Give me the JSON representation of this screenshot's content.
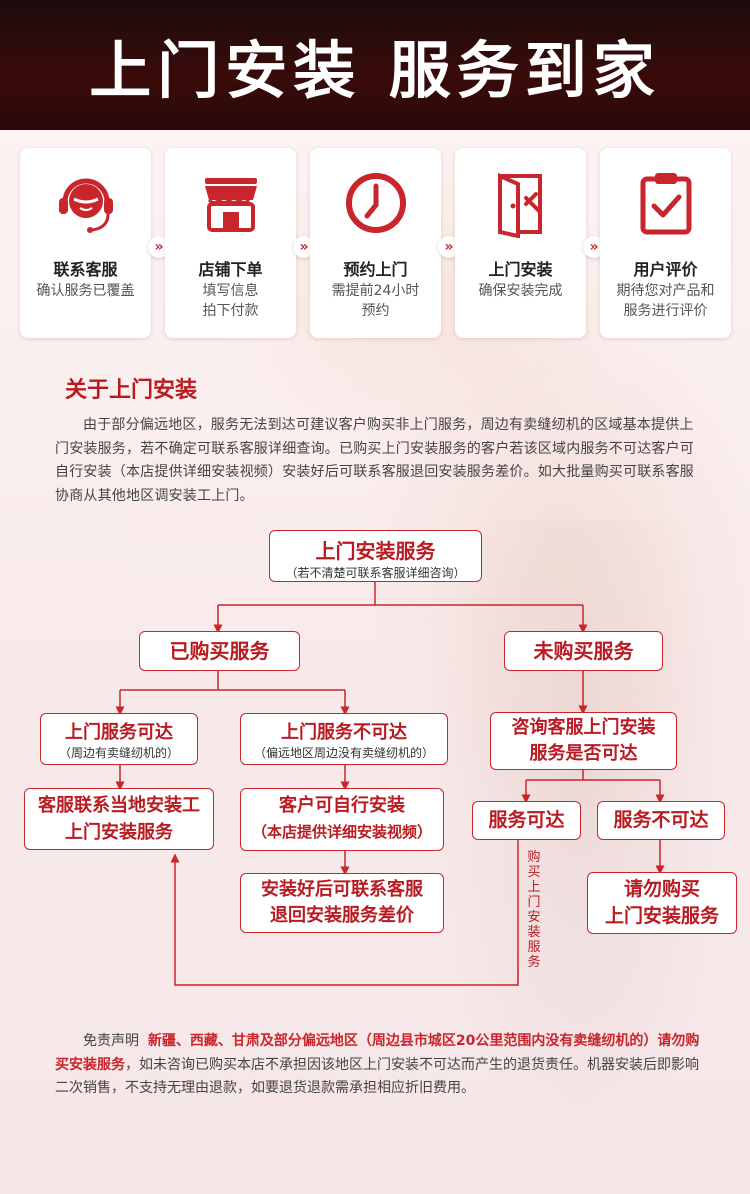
{
  "header": {
    "title": "上门安装  服务到家"
  },
  "steps": [
    {
      "icon": "headset-icon",
      "title": "联系客服",
      "desc": [
        "确认服务已覆盖"
      ]
    },
    {
      "icon": "shop-icon",
      "title": "店铺下单",
      "desc": [
        "填写信息",
        "拍下付款"
      ]
    },
    {
      "icon": "clock-icon",
      "title": "预约上门",
      "desc": [
        "需提前24小时",
        "预约"
      ]
    },
    {
      "icon": "door-tools-icon",
      "title": "上门安装",
      "desc": [
        "确保安装完成"
      ]
    },
    {
      "icon": "clipboard-check-icon",
      "title": "用户评价",
      "desc": [
        "期待您对产品和",
        "服务进行评价"
      ]
    }
  ],
  "about": {
    "title": "关于上门安装",
    "text": "由于部分偏远地区，服务无法到达可建议客户购买非上门服务，周边有卖缝纫机的区域基本提供上门安装服务，若不确定可联系客服详细查询。已购买上门安装服务的客户若该区域内服务不可达客户可自行安装（本店提供详细安装视频）安装好后可联系客服退回安装服务差价。如大批量购买可联系客服协商从其他地区调安装工上门。"
  },
  "flow": {
    "root": {
      "title": "上门安装服务",
      "sub": "（若不清楚可联系客服详细咨询）"
    },
    "bought": "已购买服务",
    "not_bought": "未购买服务",
    "reachable": {
      "title": "上门服务可达",
      "sub": "（周边有卖缝纫机的）"
    },
    "unreachable": {
      "title": "上门服务不可达",
      "sub": "（偏远地区周边没有卖缝纫机的）"
    },
    "consult": [
      "咨询客服上门安装",
      "服务是否可达"
    ],
    "local_installer": [
      "客服联系当地安装工",
      "上门安装服务"
    ],
    "self_install": [
      "客户可自行安装",
      "（本店提供详细安装视频）"
    ],
    "refund": [
      "安装好后可联系客服",
      "退回安装服务差价"
    ],
    "svc_ok": "服务可达",
    "svc_no": "服务不可达",
    "do_not_buy": [
      "请勿购买",
      "上门安装服务"
    ],
    "vertical_note": "购买上门安装服务"
  },
  "disclaimer": {
    "lead": "免责声明",
    "red": "新疆、西藏、甘肃及部分偏远地区（周边县市城区20公里范围内没有卖缝纫机的）请勿购买安装服务",
    "rest": "，如未咨询已购买本店不承担因该地区上门安装不可达而产生的退货责任。机器安装后即影响二次销售，不支持无理由退款，如要退货退款需承担相应折旧费用。"
  },
  "colors": {
    "accent": "#c9252d",
    "header_bg": "#2a0808"
  }
}
